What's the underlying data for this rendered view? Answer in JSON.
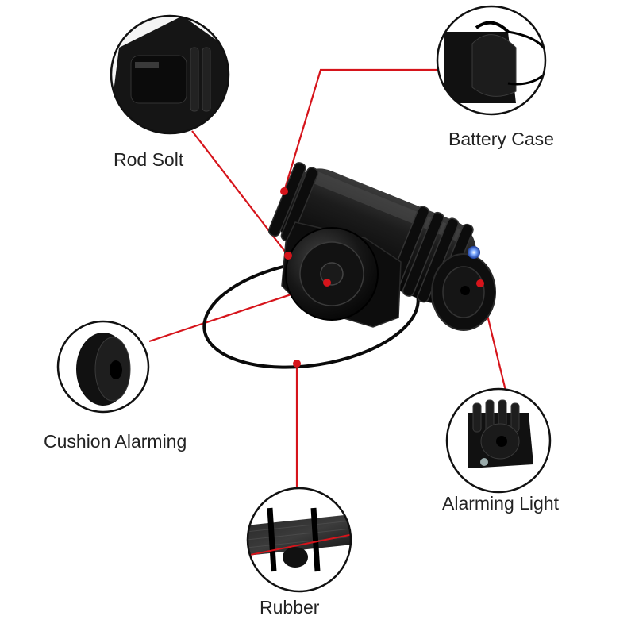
{
  "colors": {
    "background": "#ffffff",
    "leader_line": "#d6141b",
    "product": "#1a1a1a",
    "led": "#4d8dff",
    "label_text": "#222222"
  },
  "callouts": {
    "rod_slot": {
      "label": "Rod Solt",
      "icon": "rod-slot-closeup"
    },
    "battery_case": {
      "label": "Battery Case",
      "icon": "battery-case-closeup"
    },
    "cushion_alarming": {
      "label": "Cushion Alarming",
      "icon": "cushion-closeup"
    },
    "alarming_light": {
      "label": "Alarming Light",
      "icon": "alarming-light-closeup"
    },
    "rubber": {
      "label": "Rubber",
      "icon": "rubber-band-closeup"
    }
  }
}
